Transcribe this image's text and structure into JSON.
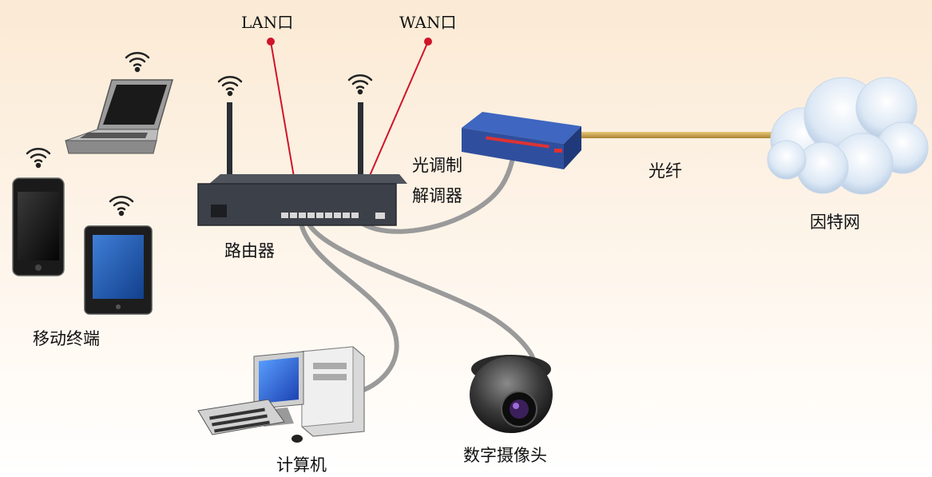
{
  "labels": {
    "lan_port": "LAN口",
    "wan_port": "WAN口",
    "modem_line1": "光调制",
    "modem_line2": "解调器",
    "fiber": "光纤",
    "internet": "因特网",
    "router": "路由器",
    "mobile": "移动终端",
    "computer": "计算机",
    "camera": "数字摄像头"
  },
  "colors": {
    "background_top": "#fbead4",
    "callout_line": "#d0142a",
    "cable": "#9a9a9a",
    "fiber": "#c9a24a",
    "router_body": "#3c4048",
    "modem_body": "#2f4f9e",
    "cloud": "#dfeaf6"
  }
}
